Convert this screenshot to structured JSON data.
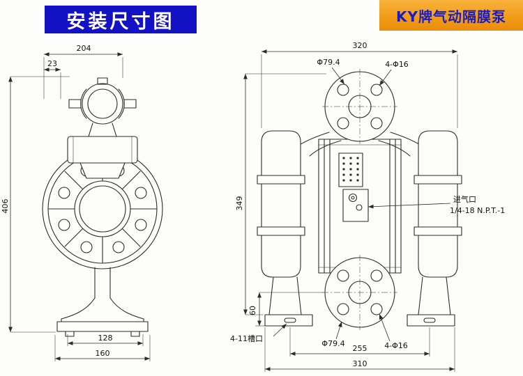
{
  "header": {
    "title": "安装尺寸图"
  },
  "brand": {
    "label": "KY牌气动隔膜泵"
  },
  "front_view": {
    "dim_top_width": "204",
    "dim_top_offset": "23",
    "dim_height": "406",
    "dim_base_holes": "128",
    "dim_base_width": "160"
  },
  "side_view": {
    "dim_top_width": "320",
    "dim_height": "349",
    "dim_foot_height": "60",
    "dim_base_holes": "255",
    "dim_base_width": "310",
    "top_flange_dia": "Φ79.4",
    "top_flange_holes": "4-Φ16",
    "bottom_flange_dia": "Φ79.4",
    "bottom_flange_holes": "4-Φ16",
    "foot_slot": "4-11槽口",
    "air_inlet_label": "进气口",
    "air_inlet_spec": "1/4-18 N.P.T.-1"
  },
  "colors": {
    "title_bg": "#1212c4",
    "title_text": "#ffffff",
    "brand_bg": "#f29d18",
    "brand_text": "#1c1cc0",
    "line": "#2b2b2b"
  }
}
